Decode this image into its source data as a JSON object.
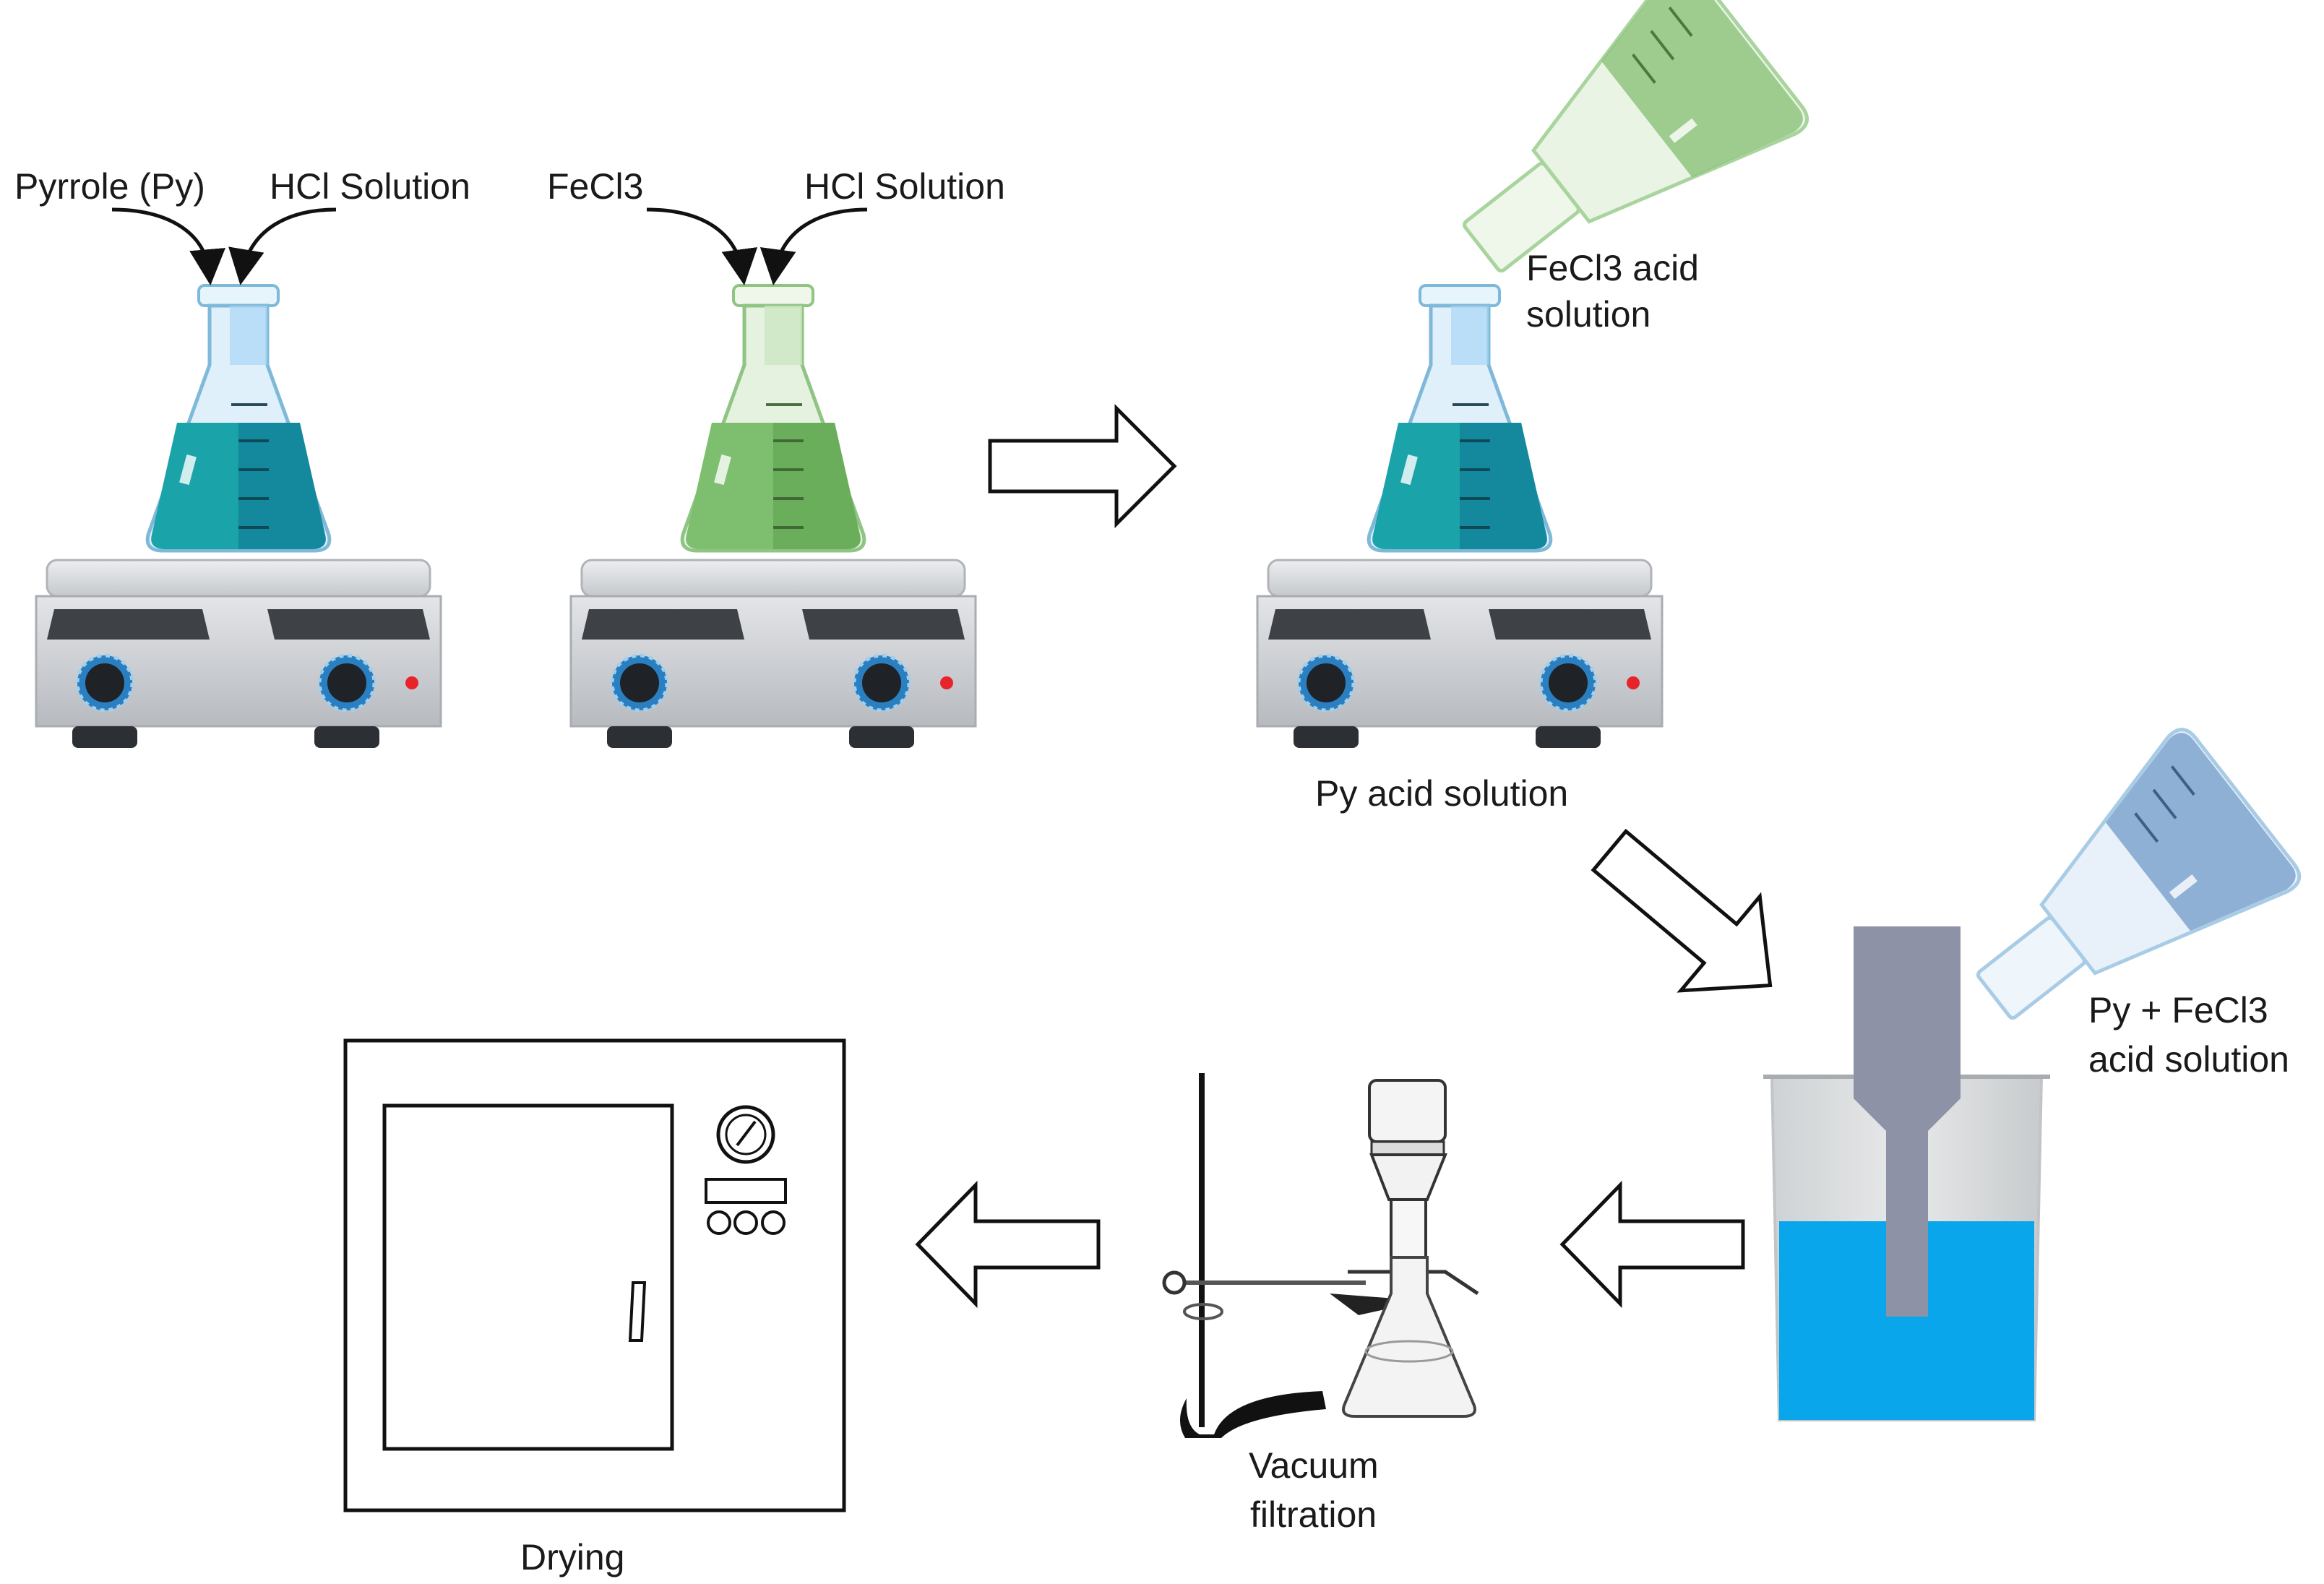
{
  "labels": {
    "pyrrole": "Pyrrole (Py)",
    "hcl_1": "HCl Solution",
    "fecl3": "FeCl3",
    "hcl_2": "HCl Solution",
    "fecl3_acid_line1": "FeCl3 acid",
    "fecl3_acid_line2": "solution",
    "py_acid_solution": "Py acid solution",
    "py_fecl3_line1": "Py + FeCl3",
    "py_fecl3_line2": "acid solution",
    "vacuum_line1": "Vacuum",
    "vacuum_line2": "filtration",
    "drying": "Drying"
  },
  "colors": {
    "teal_liquid": "#1aa3a8",
    "green_liquid": "#7dbf6e",
    "blue_liquid": "#0aa6ec",
    "probe_gray": "#8e92a6",
    "hotplate_gray": "#d4d6d9",
    "knob_blue": "#2a7fc0"
  }
}
